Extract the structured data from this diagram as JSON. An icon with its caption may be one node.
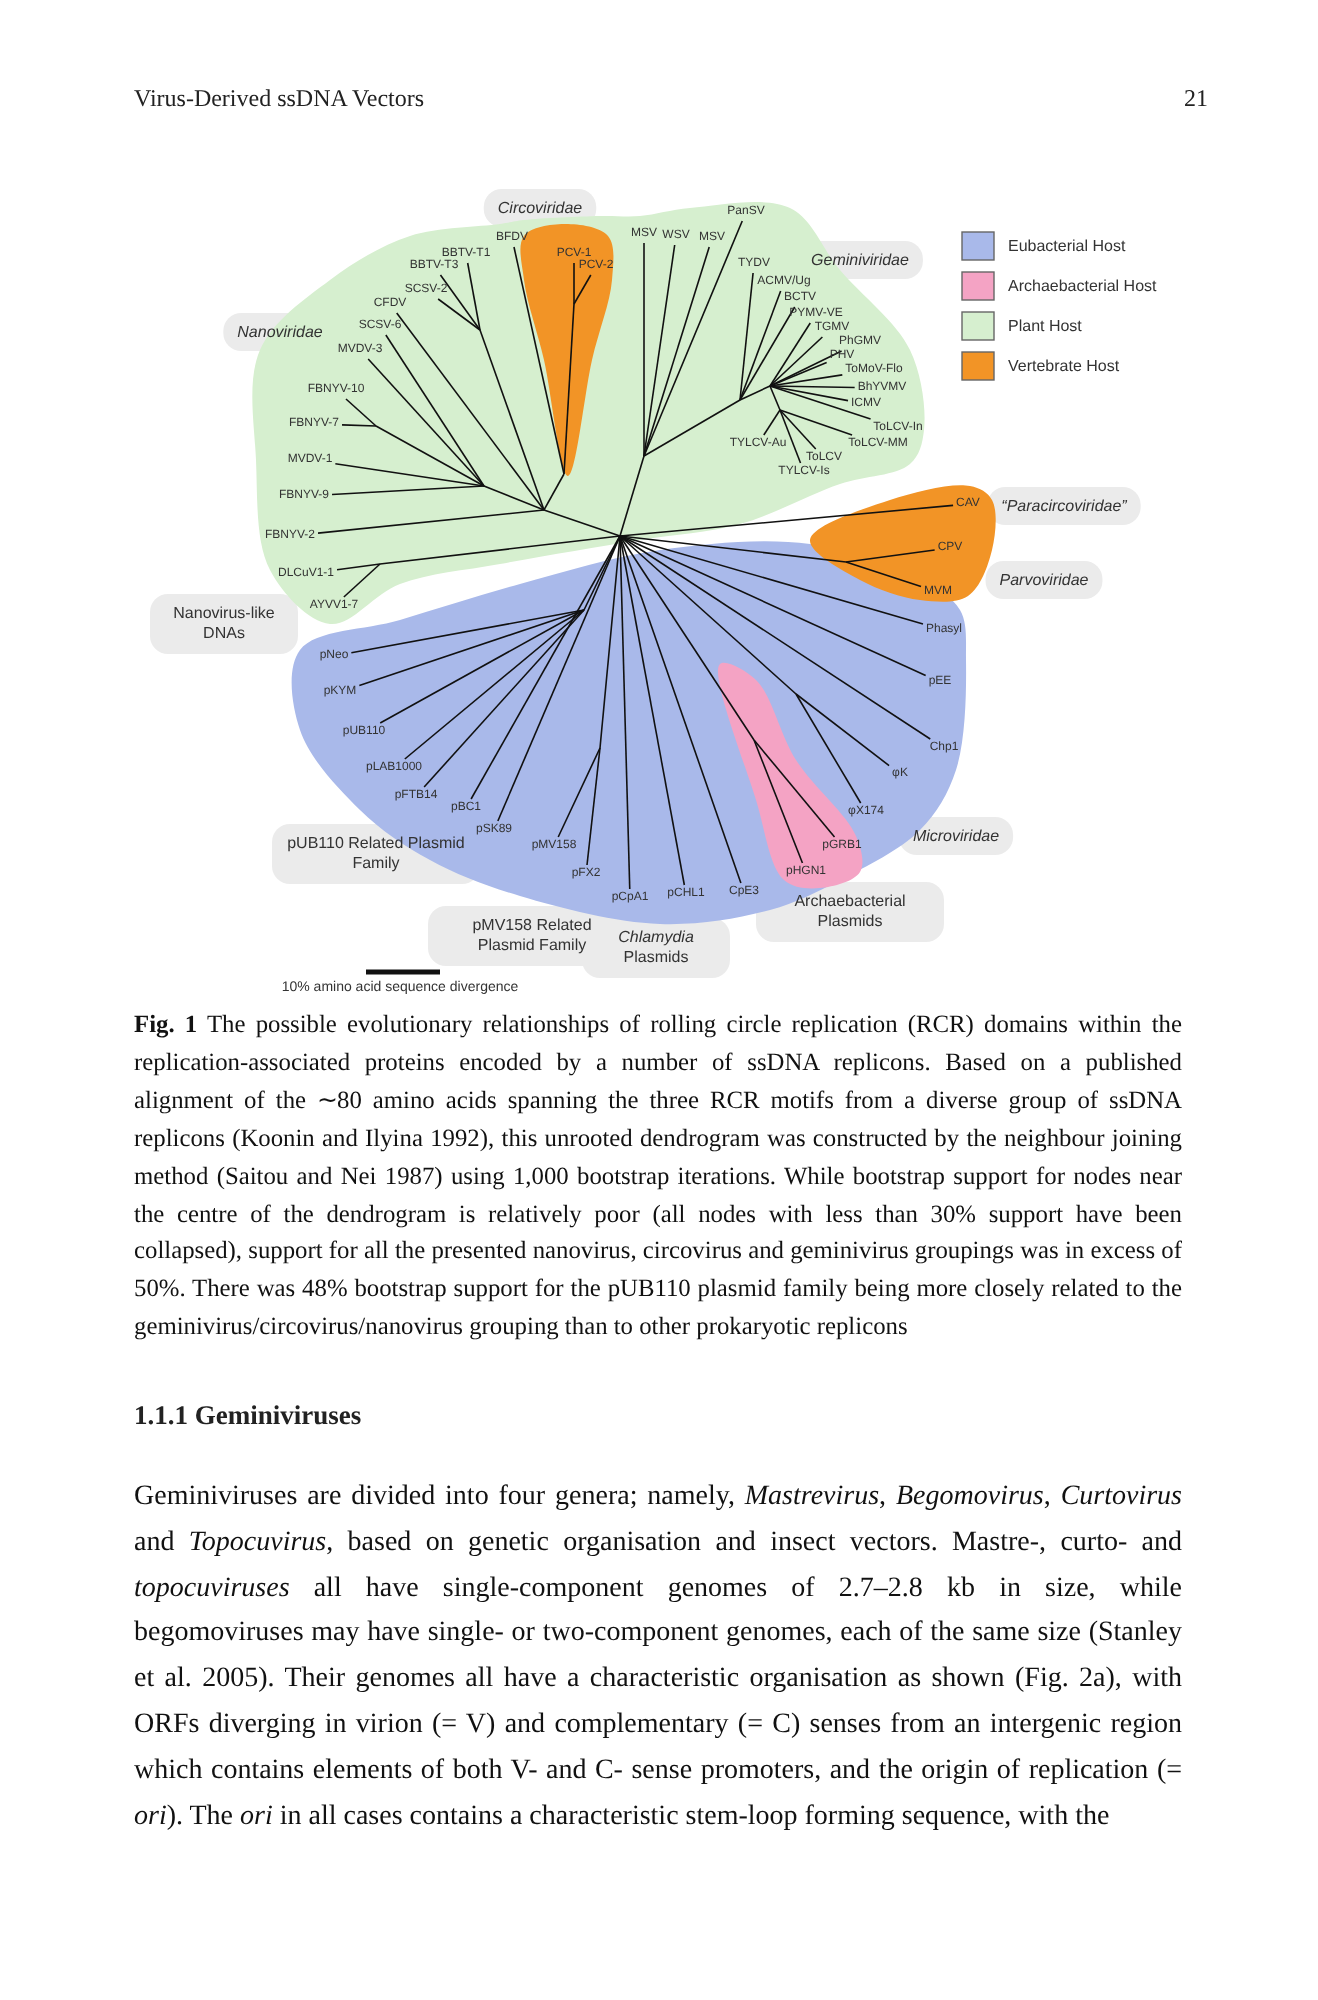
{
  "diagram": {
    "caption": "**Fig. 1** The possible evolutionary relationships of rolling circle replication (RCR) domains within the replication-associated proteins encoded by a number of ssDNA replicons. Based on a published alignment of the ∼80 amino acids spanning the three RCR motifs from a diverse group of ssDNA replicons (Koonin and Ilyina 1992), this unrooted dendrogram was constructed by the neighbour joining method (Saitou and Nei 1987) using 1,000 bootstrap iterations. While bootstrap support for nodes near the centre of the dendrogram is relatively poor (all nodes with less than 30% support have been collapsed), support for all the presented nanovirus, circovirus and geminivirus groupings was in excess of 50%. There was 48% bootstrap support for the pUB110 plasmid family being more closely related to the geminivirus/circovirus/nanovirus grouping than to other prokaryotic replicons",
    "labels": [
      "Virus-Derived ssDNA Vectors",
      "21",
      "Circoviridae",
      "PanSV",
      "BBTV-T1",
      "BFDV",
      "PCV-1",
      "PCV-2",
      "MSV",
      "WSV",
      "MSV",
      "BBTV-T3",
      "TYDV",
      "Geminiviridae",
      "SCSV-2",
      "ACMV/Ug",
      "CFDV",
      "BCTV",
      "Nanoviridae",
      "SCSV-6",
      "PYMV-VE",
      "TGMV",
      "MVDV-3",
      "PhGMV",
      "PHV",
      "ToMoV-Flo",
      "FBNYV-10",
      "BhYVMV",
      "ICMV",
      "FBNYV-7",
      "TYLCV-Au",
      "ToLCV-In",
      "ToLCV-MM",
      "MVDV-1",
      "ToLCV",
      "TYLCV-Is",
      "FBNYV-9",
      "CAV",
      "“Paracircoviridae”",
      "CPV",
      "FBNYV-2",
      "DLCuV1-1",
      "MVM",
      "Parvoviridae",
      "AYVV1-7",
      "Nanovirus-like DNAs",
      "pNeo",
      "Phasyl",
      "pKYM",
      "pEE",
      "pUB110",
      "Chp1",
      "pLAB1000",
      "φK",
      "pFTB14",
      "pBC1",
      "φX174",
      "pSK89",
      "pMV158",
      "Microviridae",
      "pGRB1",
      "pUB110 Related Plasmid Family",
      "pFX2",
      "pHGN1",
      "pCpA1",
      "pCHL1",
      "CpE3",
      "Archaebacterial Plasmids",
      "pMV158 Related Plasmid Family",
      "*Chlamydia* Plasmids",
      "10% amino acid sequence divergence",
      "1.1.1 Geminiviruses",
      "Geminiviruses are divided into four genera; namely, *Mastrevirus*, *Begomovirus*, *Curtovirus* and *Topocuvirus*, based on genetic organisation and insect vectors. Mastre-, curto- and *topocuviruses* all have single-component genomes of 2.7–2.8 kb in size, while begomoviruses may have single- or two-component genomes, each of the same size (Stanley et al. 2005). Their genomes all have a characteristic organisation as shown (Fig. 2a), with ORFs diverging in virion (= V) and complementary (= C) senses from an intergenic region which contains elements of both V- and C- sense promoters, and the origin of replication (= *ori*). The *ori* in all cases contains a characteristic stem-loop forming sequence, with the"
    ],
    "legend": [
      {
        "text": "Eubacterial Host",
        "color": "#a9b9ea"
      },
      {
        "text": "Archaebacterial Host",
        "color": "#f4a3c4"
      },
      {
        "text": "Plant Host",
        "color": "#d6efcf"
      },
      {
        "text": "Vertebrate Host",
        "color": "#f29426"
      }
    ]
  }
}
